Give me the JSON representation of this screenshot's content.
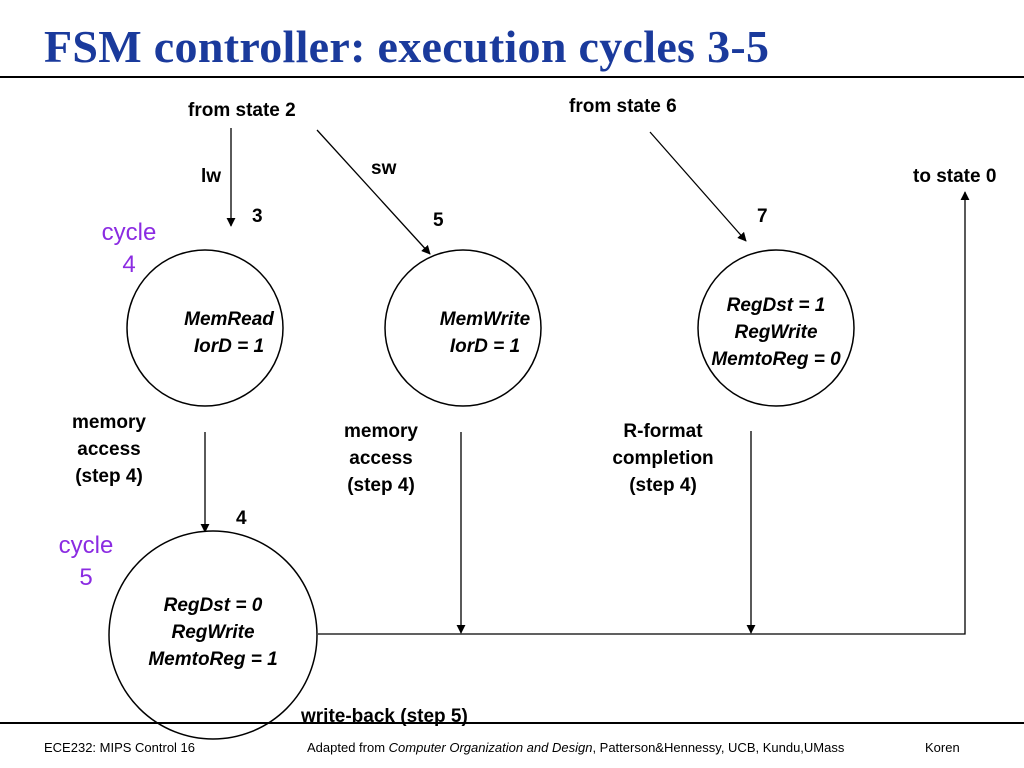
{
  "title": "FSM controller:  execution cycles 3-5",
  "entry_labels": {
    "from_state_2": "from state 2",
    "from_state_6": "from state 6",
    "to_state_0": "to state 0",
    "lw": "lw",
    "sw": "sw"
  },
  "cycles": [
    {
      "word": "cycle",
      "number": "4"
    },
    {
      "word": "cycle",
      "number": "5"
    }
  ],
  "states": [
    {
      "number": "3",
      "lines": [
        "MemRead",
        "IorD = 1"
      ]
    },
    {
      "number": "5",
      "lines": [
        "MemWrite",
        "IorD = 1"
      ]
    },
    {
      "number": "7",
      "lines": [
        "RegDst = 1",
        "RegWrite",
        "MemtoReg = 0"
      ]
    },
    {
      "number": "4",
      "lines": [
        "RegDst = 0",
        "RegWrite",
        "MemtoReg = 1"
      ]
    }
  ],
  "step_labels": {
    "mem_access_lw": [
      "memory",
      "access",
      "(step 4)"
    ],
    "mem_access_sw": [
      "memory",
      "access",
      "(step 4)"
    ],
    "rformat": [
      "R-format",
      "completion",
      "(step 4)"
    ],
    "writeback": "write-back (step 5)"
  },
  "footer": {
    "left": "ECE232: MIPS Control 16",
    "middle_prefix": "Adapted from ",
    "middle_italic": "Computer Organization and Design",
    "middle_suffix": ", Patterson&Hennessy, UCB, Kundu,UMass",
    "right": "Koren"
  },
  "colors": {
    "title": "#1a3a9c",
    "cycle": "#8b2be2"
  }
}
